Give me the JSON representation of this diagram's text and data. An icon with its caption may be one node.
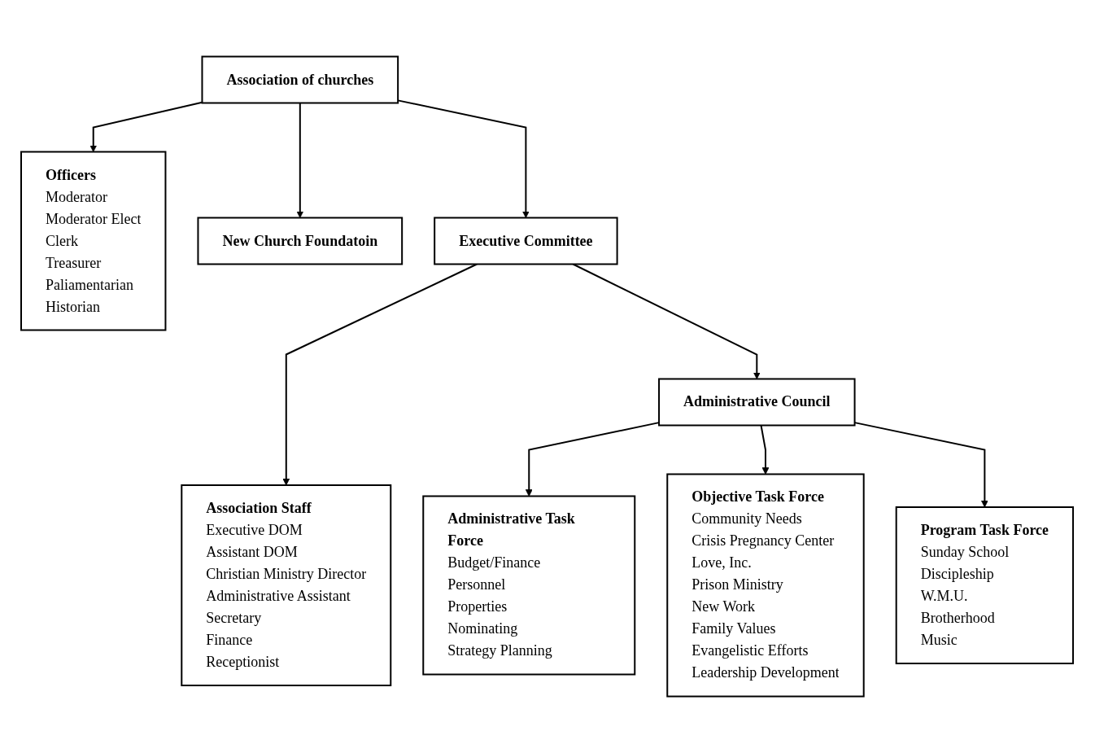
{
  "diagram": {
    "nodes": [
      {
        "text": [
          "Officers",
          "Moderator",
          "Moderator Elect",
          "Clerk",
          "Treasurer",
          "Paliamentarian",
          "Historian"
        ]
      },
      {
        "text": [
          "Association of churches"
        ]
      },
      {
        "text": [
          "New Church Foundatoin"
        ]
      },
      {
        "text": [
          "Executive Committee"
        ]
      },
      {
        "text": [
          "Association Staff",
          "Executive DOM",
          "Assistant DOM",
          "Christian Ministry Director",
          "Administrative Assistant",
          "Secretary",
          "Finance",
          "Receptionist"
        ]
      },
      {
        "text": [
          "Administrative Council"
        ]
      },
      {
        "text": [
          "Administrative Task Force",
          "Budget/Finance",
          "Personnel",
          "Properties",
          "Nominating",
          "Strategy Planning"
        ]
      },
      {
        "text": [
          "Objective Task Force",
          "Community Needs",
          "Crisis Pregnancy Center",
          "Love, Inc.",
          "Prison Ministry",
          "New Work",
          "Family Values",
          "Evangelistic Efforts",
          "Leadership Development"
        ]
      },
      {
        "text": [
          "Program Task Force",
          "Sunday School",
          "Discipleship",
          "W.M.U.",
          "Brotherhood",
          "Music"
        ]
      }
    ],
    "edges": [
      {
        "from": 1,
        "to": 0,
        "arrow": "to"
      },
      {
        "from": 1,
        "to": 3,
        "arrow": "to"
      },
      {
        "from": 1,
        "to": 2,
        "arrow": "to"
      },
      {
        "from": 3,
        "to": 4,
        "arrow": "to"
      },
      {
        "from": 3,
        "to": 5,
        "arrow": "to"
      },
      {
        "from": 5,
        "to": 6,
        "arrow": "to"
      },
      {
        "from": 5,
        "to": 7,
        "arrow": "to"
      },
      {
        "from": 5,
        "to": 8,
        "arrow": "to"
      }
    ]
  }
}
